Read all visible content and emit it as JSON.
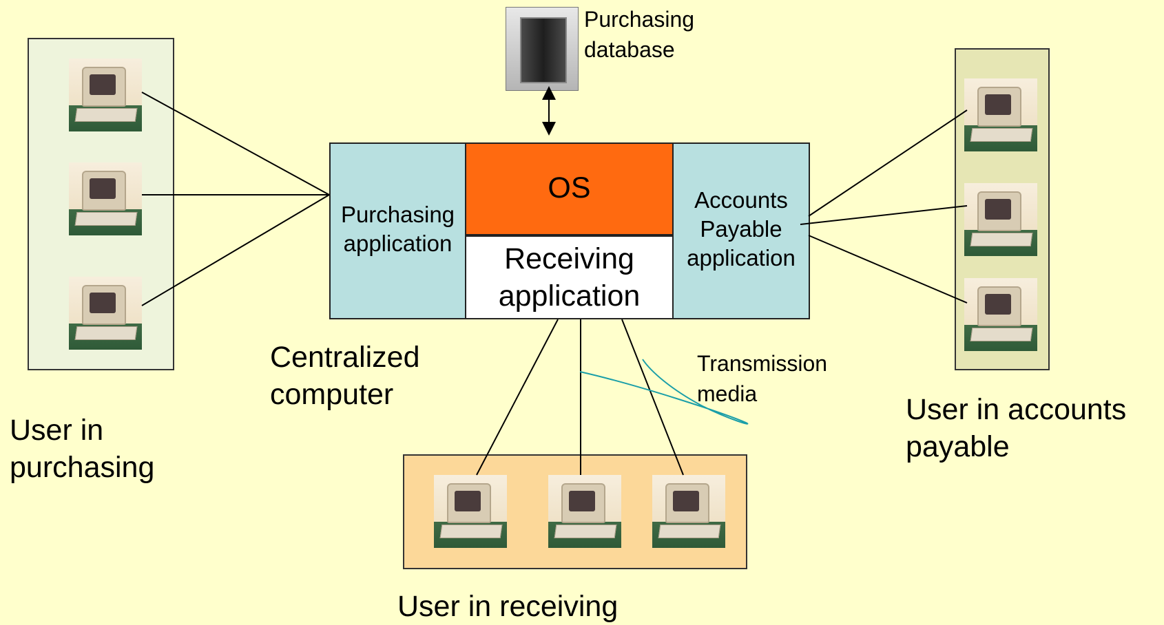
{
  "labels": {
    "database": [
      "Purchasing",
      "database"
    ],
    "os": "OS",
    "purchasing_app": [
      "Purchasing",
      "application"
    ],
    "receiving_app": [
      "Receiving",
      "application"
    ],
    "ap_app": [
      "Accounts",
      "Payable",
      "application"
    ],
    "centralized": [
      "Centralized",
      "computer"
    ],
    "transmission": [
      "Transmission",
      "media"
    ],
    "user_purchasing": [
      "User in",
      "purchasing"
    ],
    "user_ap": [
      "User in accounts",
      "payable"
    ],
    "user_receiving": "User in receiving"
  },
  "icons": {
    "terminal": "computer-terminal-icon",
    "database": "mainframe-database-icon",
    "arrow": "double-arrow-icon"
  },
  "colors": {
    "background": "#ffffcc",
    "os_block": "#ff6a10",
    "app_block": "#b8e0e0",
    "receiving_block": "#ffffff",
    "purchasing_group": "#eef4dc",
    "ap_group": "#e6e6b4",
    "receiving_group": "#fcd899",
    "transmission_curve": "#1a9ea8"
  }
}
